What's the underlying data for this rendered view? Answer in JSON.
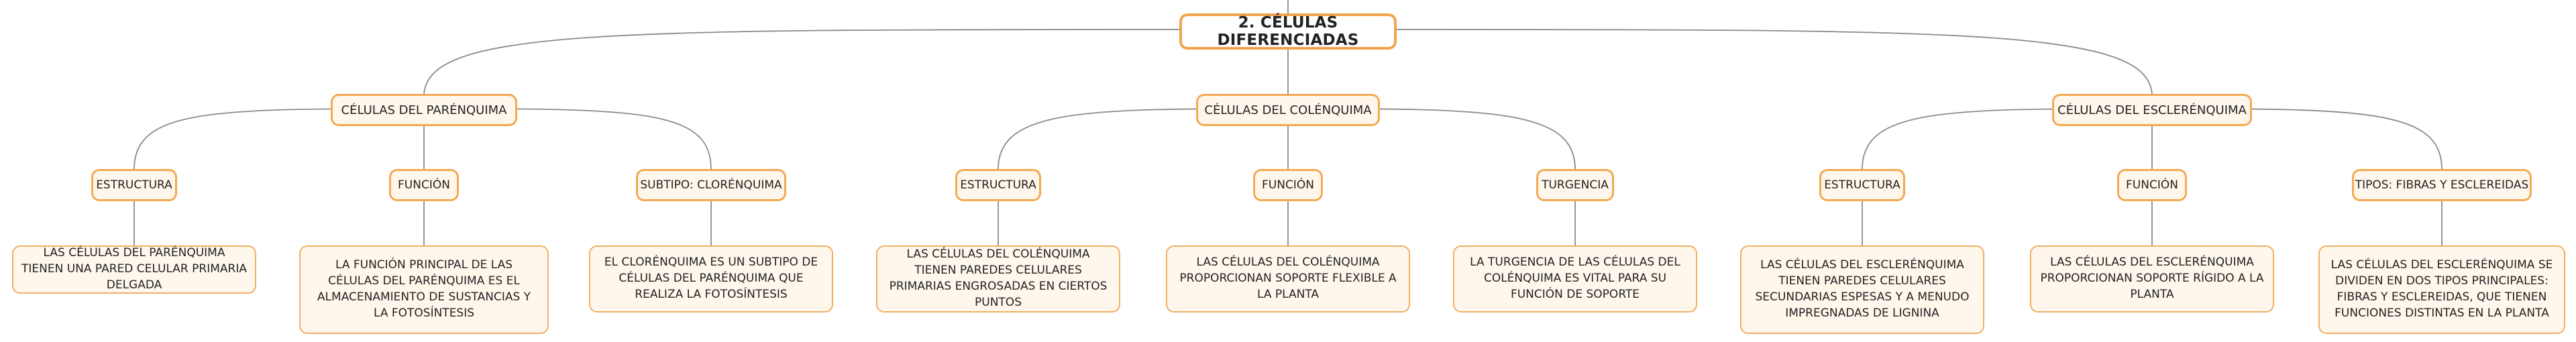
{
  "root": {
    "label": "2. CÉLULAS DIFERENCIADAS"
  },
  "branches": [
    {
      "label": "CÉLULAS DEL PARÉNQUIMA",
      "children": [
        {
          "label": "ESTRUCTURA",
          "detail": "LAS CÉLULAS DEL PARÉNQUIMA TIENEN UNA PARED CELULAR PRIMARIA DELGADA"
        },
        {
          "label": "FUNCIÓN",
          "detail": "LA FUNCIÓN PRINCIPAL DE LAS CÉLULAS DEL PARÉNQUIMA ES EL ALMACENAMIENTO DE SUSTANCIAS Y LA FOTOSÍNTESIS"
        },
        {
          "label": "SUBTIPO: CLORÉNQUIMA",
          "detail": "EL CLORÉNQUIMA ES UN SUBTIPO DE CÉLULAS DEL PARÉNQUIMA QUE REALIZA LA FOTOSÍNTESIS"
        }
      ]
    },
    {
      "label": "CÉLULAS DEL COLÉNQUIMA",
      "children": [
        {
          "label": "ESTRUCTURA",
          "detail": "LAS CÉLULAS DEL COLÉNQUIMA TIENEN PAREDES CELULARES PRIMARIAS ENGROSADAS EN CIERTOS PUNTOS"
        },
        {
          "label": "FUNCIÓN",
          "detail": "LAS CÉLULAS DEL COLÉNQUIMA PROPORCIONAN SOPORTE FLEXIBLE A LA PLANTA"
        },
        {
          "label": "TURGENCIA",
          "detail": "LA TURGENCIA DE LAS CÉLULAS DEL COLÉNQUIMA ES VITAL PARA SU FUNCIÓN DE SOPORTE"
        }
      ]
    },
    {
      "label": "CÉLULAS DEL ESCLERÉNQUIMA",
      "children": [
        {
          "label": "ESTRUCTURA",
          "detail": "LAS CÉLULAS DEL ESCLERÉNQUIMA TIENEN PAREDES CELULARES SECUNDARIAS ESPESAS Y A MENUDO IMPREGNADAS DE LIGNINA"
        },
        {
          "label": "FUNCIÓN",
          "detail": "LAS CÉLULAS DEL ESCLERÉNQUIMA PROPORCIONAN SOPORTE RÍGIDO A LA PLANTA"
        },
        {
          "label": "TIPOS: FIBRAS Y ESCLEREIDAS",
          "detail": "LAS CÉLULAS DEL ESCLERÉNQUIMA SE DIVIDEN EN DOS TIPOS PRINCIPALES: FIBRAS Y ESCLEREIDAS, QUE TIENEN FUNCIONES DISTINTAS EN LA PLANTA"
        }
      ]
    }
  ]
}
